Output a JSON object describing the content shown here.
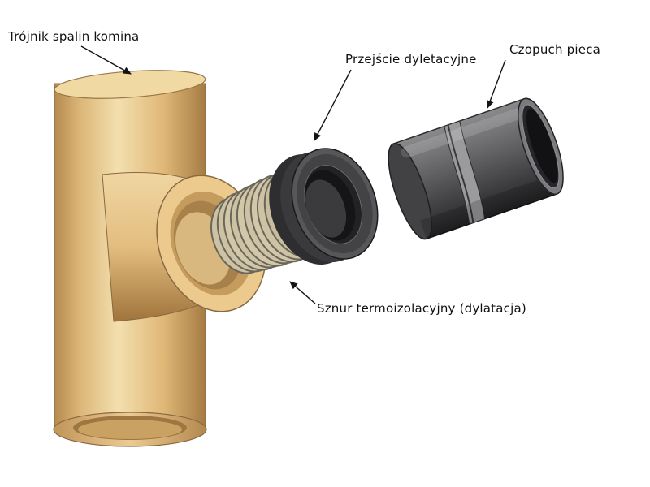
{
  "diagram": {
    "labels": {
      "tee": "Trójnik spalin komina",
      "transition": "Przejście dyletacyjne",
      "flue": "Czopuch pieca",
      "cord": "Sznur termoizolacyjny (dylatacja)"
    },
    "colors": {
      "background": "#ffffff",
      "text": "#101010",
      "tee_light": "#f3dfae",
      "tee_mid": "#e3bd7f",
      "tee_dark": "#a97f47",
      "metal_light": "#9b9b9e",
      "metal_mid": "#58585a",
      "metal_dark": "#1f1f21"
    }
  }
}
